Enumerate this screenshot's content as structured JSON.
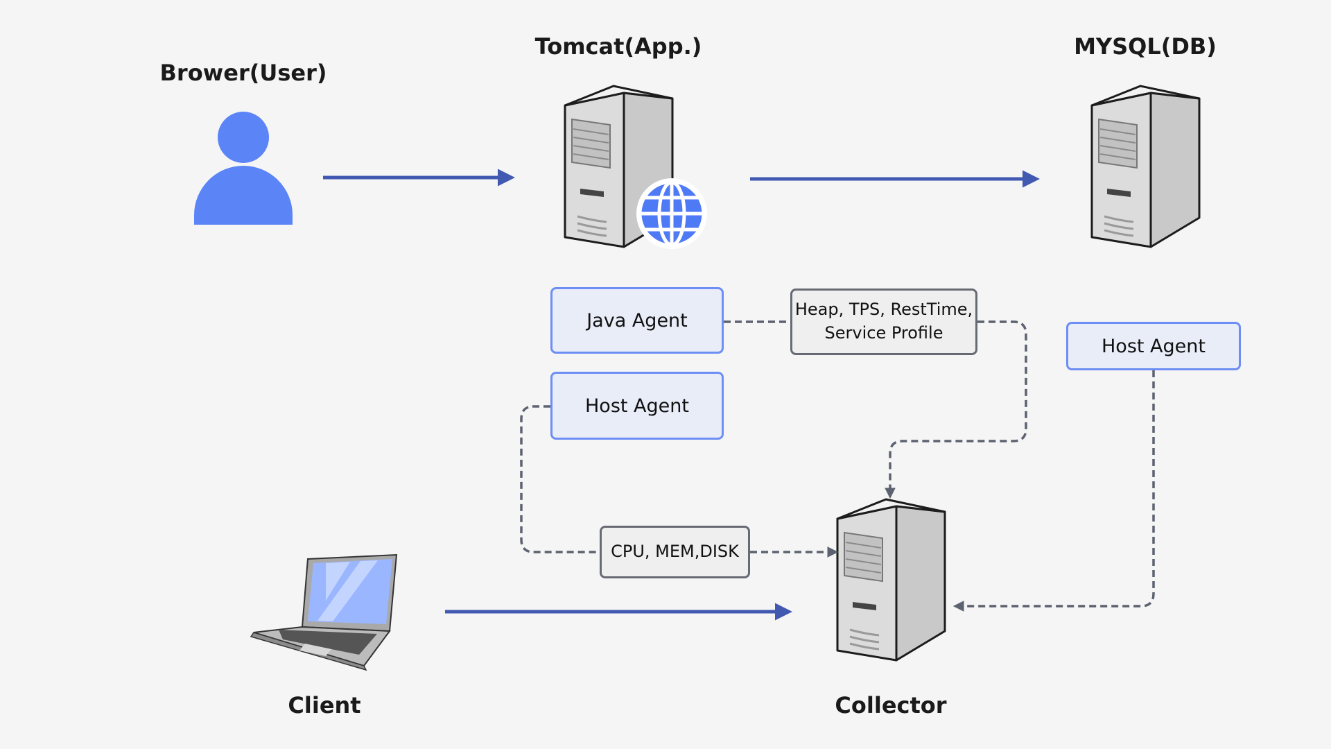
{
  "nodes": {
    "user": {
      "label": "Brower(User)"
    },
    "app": {
      "label": "Tomcat(App.)"
    },
    "db": {
      "label": "MYSQL(DB)"
    },
    "client": {
      "label": "Client"
    },
    "collector": {
      "label": "Collector"
    }
  },
  "agents": {
    "java_agent": "Java Agent",
    "host_agent_app": "Host Agent",
    "host_agent_db": "Host Agent"
  },
  "metrics": {
    "app_metrics_line1": "Heap, TPS, RestTime,",
    "app_metrics_line2": "Service Profile",
    "host_metrics": "CPU, MEM,DISK"
  },
  "colors": {
    "background": "#f5f5f5",
    "solid_arrow": "#4159b0",
    "dashed_arrow": "#5d6270",
    "agent_border": "#6d8ef5",
    "agent_fill": "#e9edf8",
    "metric_border": "#666a72",
    "user_icon": "#5b84f7",
    "globe_icon": "#4f7af5",
    "server_body": "#d9d9d9"
  },
  "icons": {
    "user": "person-icon",
    "app": "web-server-icon",
    "db": "server-icon",
    "client": "laptop-icon",
    "collector": "server-icon"
  }
}
